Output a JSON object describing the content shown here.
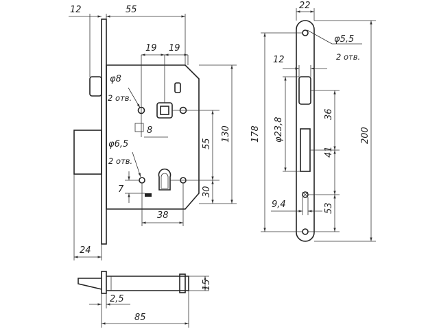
{
  "dimensions": {
    "top_12": "12",
    "top_55": "55",
    "spindle_19a": "19",
    "spindle_19b": "19",
    "dia_8": "φ8",
    "holes_2_8": "2 отв.",
    "square_8": "8",
    "dia_6_5": "φ6,5",
    "holes_2_6_5": "2 отв.",
    "dim_7": "7",
    "dim_38": "38",
    "dim_55_right": "55",
    "dim_30": "30",
    "dim_130": "130",
    "dim_24": "24",
    "dim_178": "178",
    "dim_22": "22",
    "dia_5_5": "φ5,5",
    "holes_2_5_5": "2 отв.",
    "face_12": "12",
    "dia_23_8": "φ23,8",
    "dim_36": "36",
    "dim_41": "41",
    "dim_9_4": "9,4",
    "dim_53": "53",
    "dim_200": "200",
    "dim_15": "15",
    "dim_2_5": "2,5",
    "dim_85": "85"
  }
}
